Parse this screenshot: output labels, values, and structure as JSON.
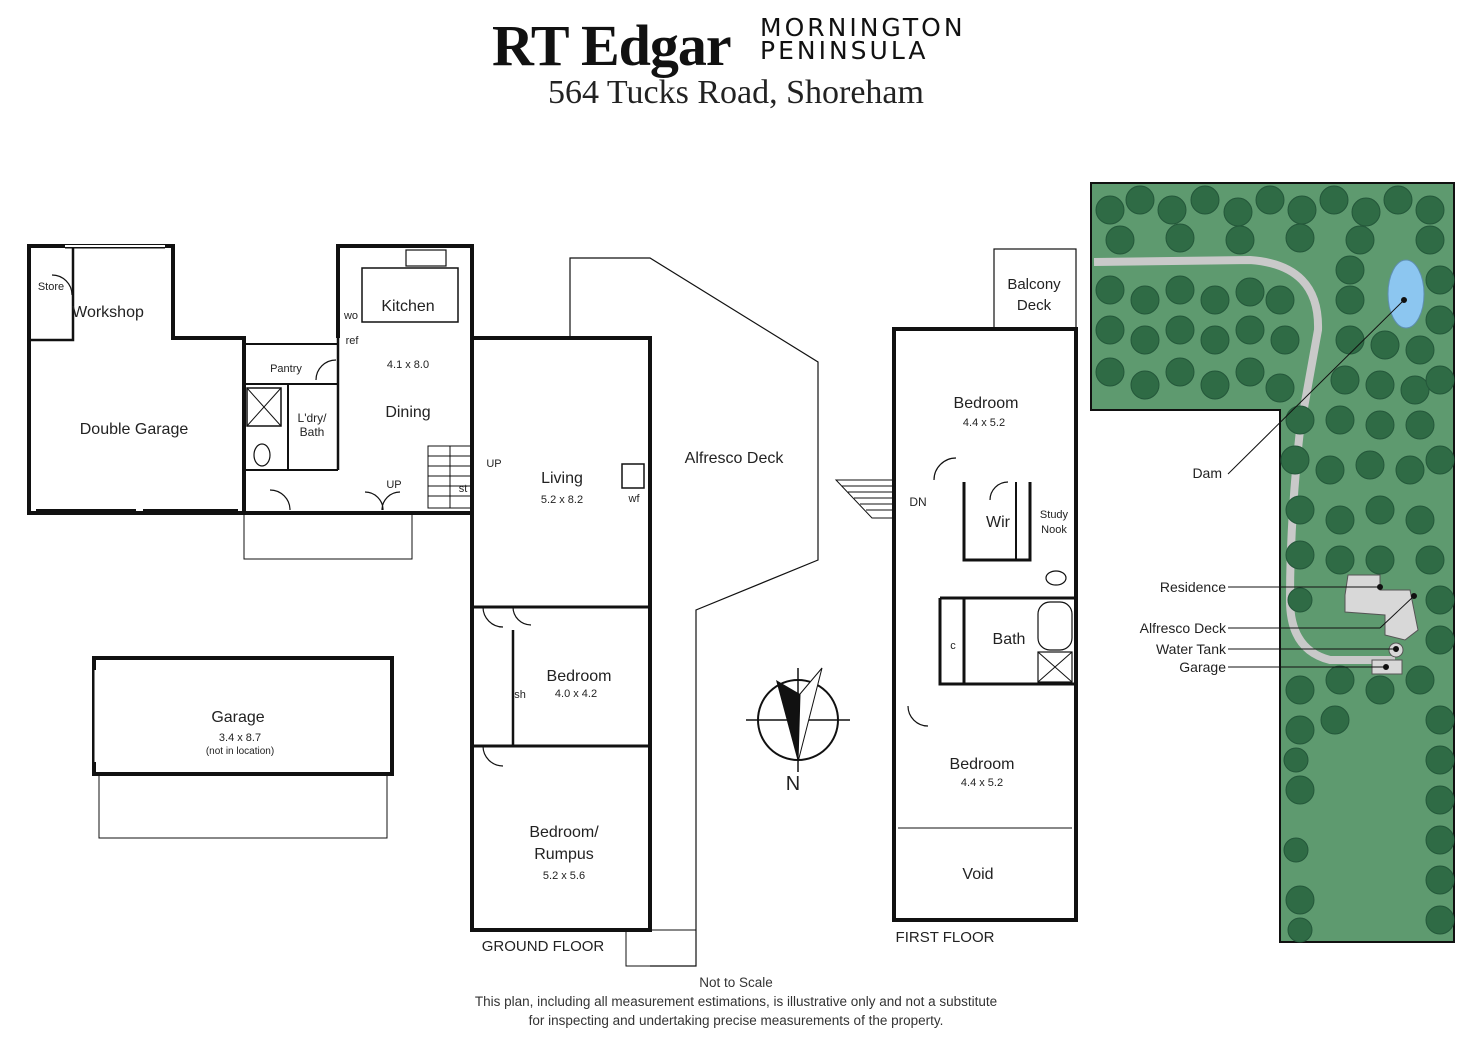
{
  "header": {
    "brand": "RT Edgar",
    "region_line1": "MORNINGTON",
    "region_line2": "PENINSULA",
    "address": "564 Tucks Road, Shoreham"
  },
  "rooms": {
    "store": "Store",
    "workshop": "Workshop",
    "double_garage": "Double Garage",
    "pantry": "Pantry",
    "laundry_l1": "L'dry/",
    "laundry_l2": "Bath",
    "kitchen": "Kitchen",
    "kitchen_dim": "4.1 x 8.0",
    "dining": "Dining",
    "ref": "ref",
    "wo": "wo",
    "up1": "UP",
    "up2": "UP",
    "st": "st",
    "living": "Living",
    "living_dim": "5.2 x 8.2",
    "wf": "wf",
    "bedroom_g": "Bedroom",
    "bedroom_g_dim": "4.0 x 4.2",
    "sh": "sh",
    "rumpus_l1": "Bedroom/",
    "rumpus_l2": "Rumpus",
    "rumpus_dim": "5.2 x 5.6",
    "ground_floor": "GROUND FLOOR",
    "alfresco": "Alfresco Deck",
    "garage": "Garage",
    "garage_dim": "3.4 x 8.7",
    "garage_note": "(not in location)",
    "balcony_l1": "Balcony",
    "balcony_l2": "Deck",
    "bedroom_f1": "Bedroom",
    "bedroom_f1_dim": "4.4 x 5.2",
    "dn": "DN",
    "wir": "Wir",
    "study_l1": "Study",
    "study_l2": "Nook",
    "bath": "Bath",
    "c": "c",
    "bedroom_f2": "Bedroom",
    "bedroom_f2_dim": "4.4 x 5.2",
    "void": "Void",
    "first_floor": "FIRST FLOOR",
    "north": "N"
  },
  "site_labels": {
    "dam": "Dam",
    "residence": "Residence",
    "alfresco": "Alfresco Deck",
    "water_tank": "Water Tank",
    "garage": "Garage"
  },
  "colors": {
    "wall": "#111111",
    "lawn": "#5e9a6f",
    "tree": "#2f6b45",
    "tree_dark": "#24573a",
    "water": "#8cc6f0",
    "path": "#c9c9c9"
  },
  "footer": {
    "line1": "Not to Scale",
    "line2": "This plan, including all measurement estimations, is illustrative only and not a substitute",
    "line3": "for inspecting and undertaking precise measurements of the property."
  }
}
